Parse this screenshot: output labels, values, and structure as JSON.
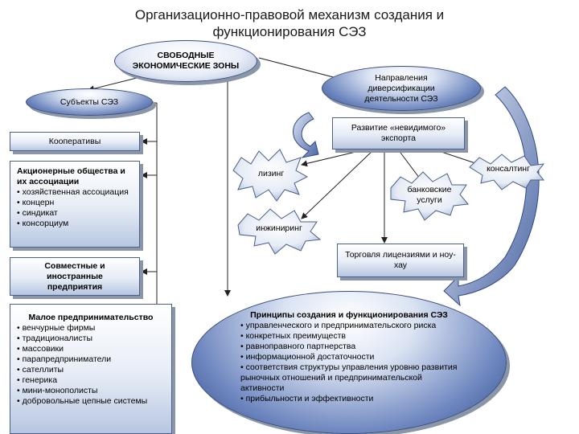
{
  "title_line1": "Организационно-правовой механизм создания и",
  "title_line2": "функционирования СЭЗ",
  "sez": "СВОБОДНЫЕ ЭКОНОМИЧЕСКИЕ ЗОНЫ",
  "subjects": "Субъекты СЭЗ",
  "directions": "Направления диверсификации деятельности СЭЗ",
  "invisible_export": "Развитие «невидимого» экспорта",
  "leasing": "лизинг",
  "consulting": "консалтинг",
  "banking": "банковские услуги",
  "engineering": "инжиниринг",
  "licenses": "Торговля лицензиями и ноу-хау",
  "cooperatives": "Кооперативы",
  "jsc": {
    "title": "Акционерные общества и их ассоциации",
    "items": [
      "• хозяйственная ассоциация",
      "• концерн",
      "• синдикат",
      "• консорциум"
    ]
  },
  "joint": "Совместные и иностранные предприятия",
  "small": {
    "title": "Малое предпринимательство",
    "items": [
      "• венчурные фирмы",
      "• традиционалисты",
      "• массовики",
      "• парапредприниматели",
      "• сателлиты",
      "• генерика",
      "• мини-монополисты",
      "• добровольные цепные системы"
    ]
  },
  "principles": {
    "title": "Принципы создания и функционирования СЭЗ",
    "items": [
      "• управленческого и предпринимательского риска",
      "• конкретных преимуществ",
      "• равноправного партнерства",
      "• информационной достаточности",
      "• соответствия структуры управления уровню развития рыночных отношений и предпринимательской активности",
      "• прибыльности и эффективности"
    ]
  }
}
